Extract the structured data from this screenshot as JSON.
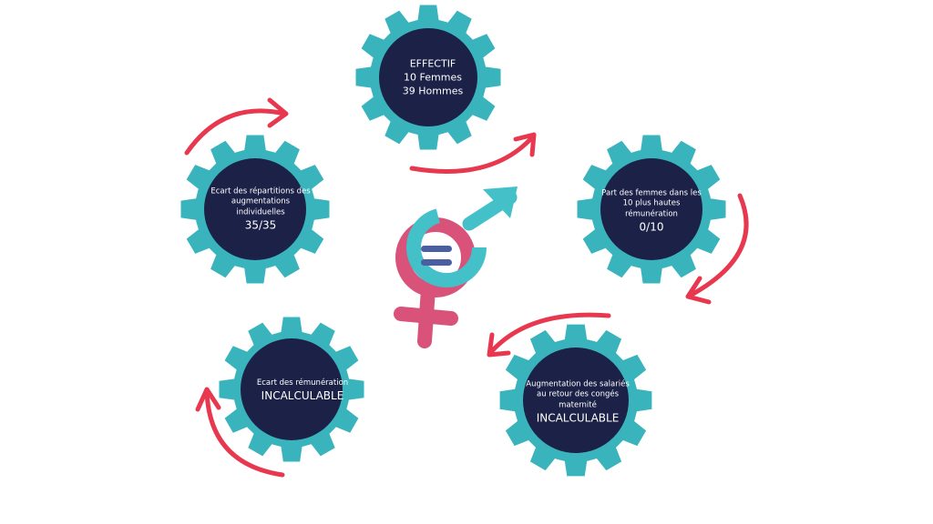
{
  "colors": {
    "gear": "#3ab4bc",
    "core": "#1c2147",
    "arrow": "#e8384f",
    "female": "#d9527a",
    "male": "#43c0c8"
  },
  "gears": [
    {
      "id": "effectif",
      "lines": [
        "EFFECTIF",
        "10 Femmes",
        "39 Hommes"
      ]
    },
    {
      "id": "repartition",
      "lines": [
        "Ecart des répartitions des",
        "augmentations",
        "individuelles"
      ],
      "value": "35/35"
    },
    {
      "id": "part-femmes",
      "lines": [
        "Part des femmes dans les",
        "10 plus hautes",
        "rémunération"
      ],
      "value": "0/10"
    },
    {
      "id": "remuneration",
      "lines": [
        "Ecart des rémunération"
      ],
      "value": "INCALCULABLE"
    },
    {
      "id": "conges",
      "lines": [
        "Augmentation des salariés",
        "au retour des congés",
        "maternité"
      ],
      "value": "INCALCULABLE"
    }
  ]
}
